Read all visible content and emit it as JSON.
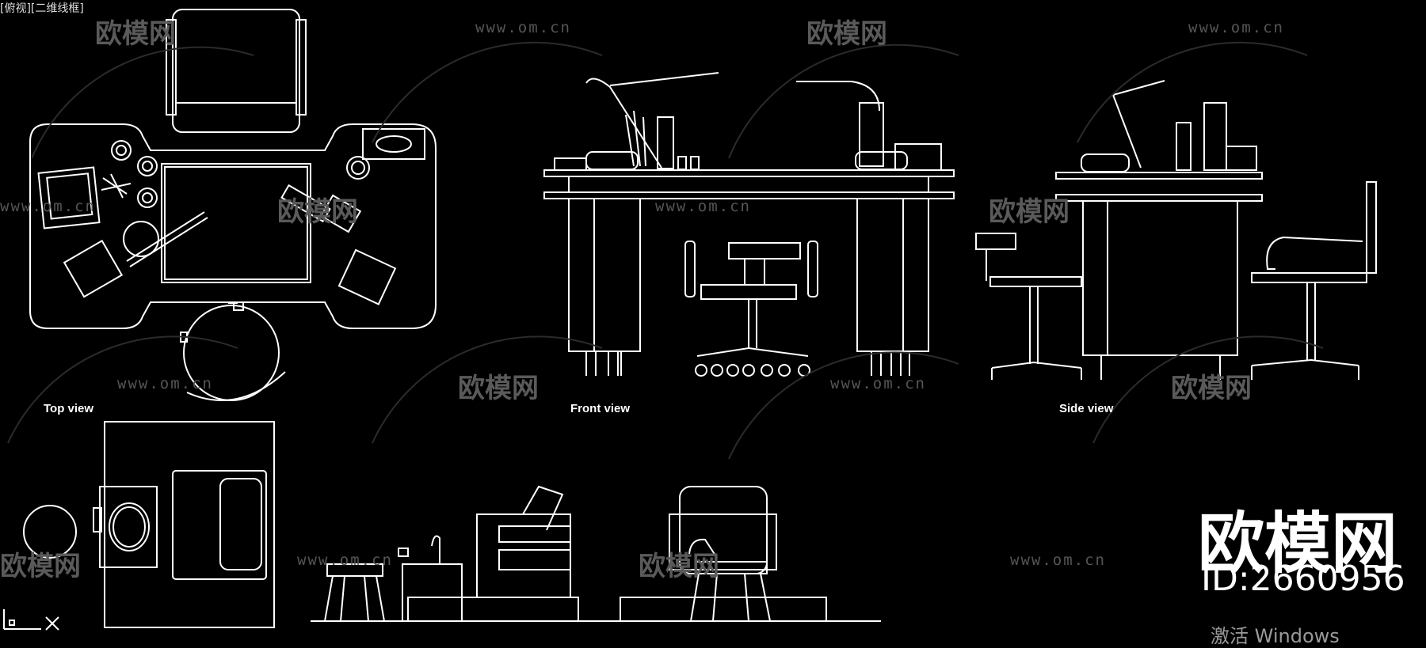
{
  "viewport": {
    "label": "[俯视][二维线框]"
  },
  "views": {
    "top": "Top view",
    "front": "Front view",
    "side": "Side view"
  },
  "watermark": {
    "url": "www.om.cn",
    "brand": "欧模网"
  },
  "brand": {
    "name": "欧模网",
    "id": "ID:2660956"
  },
  "windows_activation": "激活 Windows",
  "icons": [
    "ucs-axis-icon",
    "close-icon"
  ],
  "colors": {
    "background": "#000000",
    "line": "#ffffff",
    "watermark": "#555555"
  }
}
